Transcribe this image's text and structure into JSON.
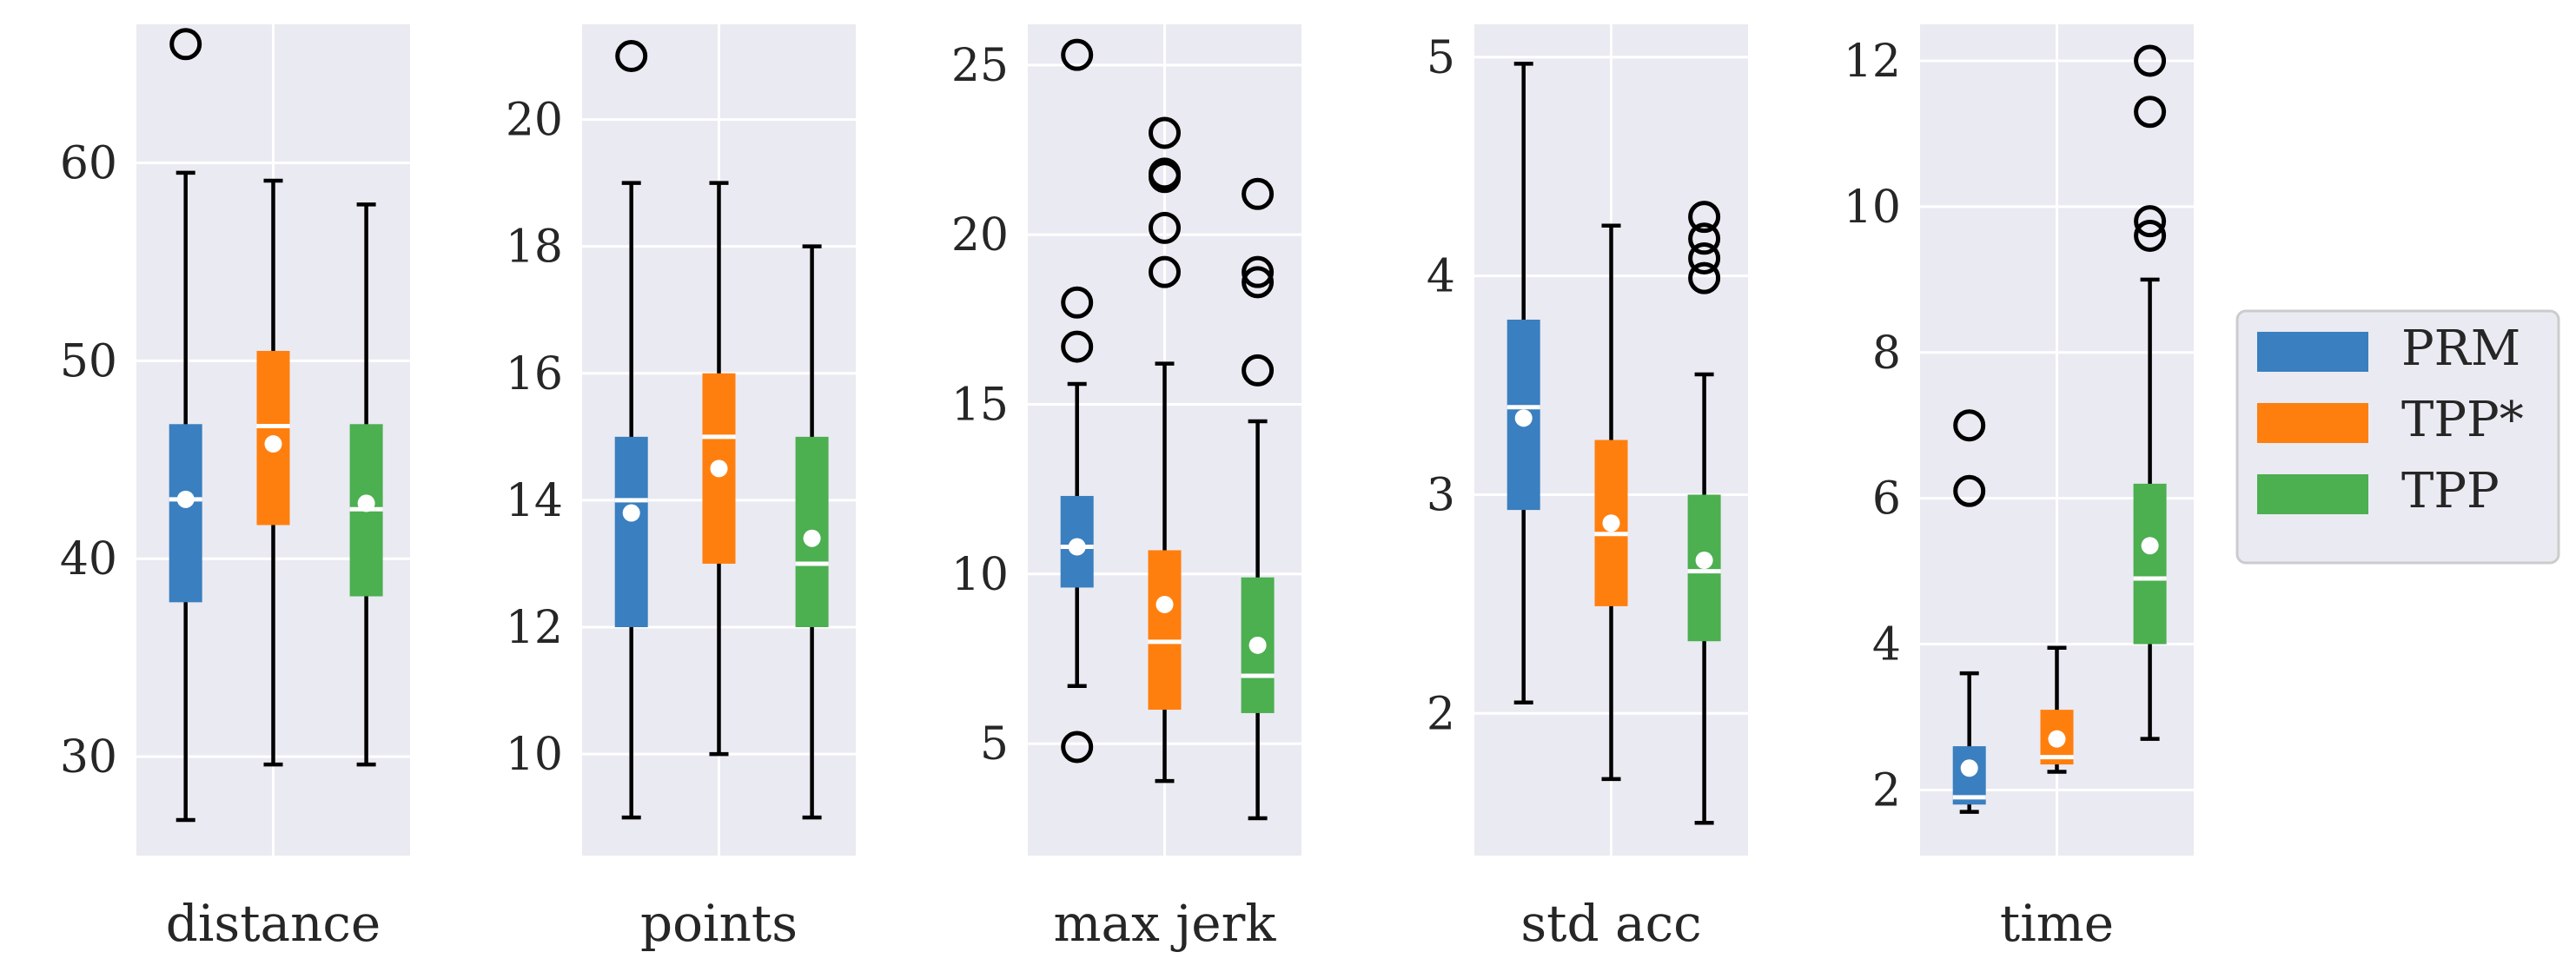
{
  "chart_data": {
    "type": "box",
    "series": [
      {
        "name": "PRM",
        "color": "#3a7fbf"
      },
      {
        "name": "TPP*",
        "color": "#ff7f0e"
      },
      {
        "name": "TPP",
        "color": "#4caf50"
      }
    ],
    "legend": {
      "placement": "right",
      "entries": [
        "PRM",
        "TPP*",
        "TPP"
      ]
    },
    "grid": true,
    "panels": [
      {
        "xlabel": "distance",
        "ylim": [
          25,
          67
        ],
        "yticks": [
          30,
          40,
          50,
          60
        ],
        "boxes": [
          {
            "series": "PRM",
            "q1": 37.8,
            "median": 43.0,
            "q3": 46.8,
            "whisker_low": 26.8,
            "whisker_high": 59.5,
            "mean": 43.0,
            "outliers": [
              66
            ]
          },
          {
            "series": "TPP*",
            "q1": 41.7,
            "median": 46.7,
            "q3": 50.5,
            "whisker_low": 29.6,
            "whisker_high": 59.1,
            "mean": 45.8,
            "outliers": []
          },
          {
            "series": "TPP",
            "q1": 38.1,
            "median": 42.5,
            "q3": 46.8,
            "whisker_low": 29.6,
            "whisker_high": 57.9,
            "mean": 42.8,
            "outliers": []
          }
        ]
      },
      {
        "xlabel": "points",
        "ylim": [
          8.4,
          21.5
        ],
        "yticks": [
          10,
          12,
          14,
          16,
          18,
          20
        ],
        "boxes": [
          {
            "series": "PRM",
            "q1": 12,
            "median": 14,
            "q3": 15,
            "whisker_low": 9,
            "whisker_high": 19,
            "mean": 13.8,
            "outliers": [
              21
            ]
          },
          {
            "series": "TPP*",
            "q1": 13,
            "median": 15,
            "q3": 16,
            "whisker_low": 10,
            "whisker_high": 19,
            "mean": 14.5,
            "outliers": []
          },
          {
            "series": "TPP",
            "q1": 12,
            "median": 13,
            "q3": 15,
            "whisker_low": 9,
            "whisker_high": 18,
            "mean": 13.4,
            "outliers": []
          }
        ]
      },
      {
        "xlabel": "max jerk",
        "ylim": [
          1.7,
          26.2
        ],
        "yticks": [
          5,
          10,
          15,
          20,
          25
        ],
        "boxes": [
          {
            "series": "PRM",
            "q1": 9.6,
            "median": 10.8,
            "q3": 12.3,
            "whisker_low": 6.7,
            "whisker_high": 15.6,
            "mean": 10.8,
            "outliers": [
              4.9,
              16.7,
              18.0,
              25.3
            ]
          },
          {
            "series": "TPP*",
            "q1": 6.0,
            "median": 8.0,
            "q3": 10.7,
            "whisker_low": 3.9,
            "whisker_high": 16.2,
            "mean": 9.1,
            "outliers": [
              18.9,
              20.2,
              21.7,
              21.8,
              23.0
            ]
          },
          {
            "series": "TPP",
            "q1": 5.9,
            "median": 7.0,
            "q3": 9.9,
            "whisker_low": 2.8,
            "whisker_high": 14.5,
            "mean": 7.9,
            "outliers": [
              16.0,
              18.6,
              18.9,
              21.2
            ]
          }
        ]
      },
      {
        "xlabel": "std acc",
        "ylim": [
          1.35,
          5.15
        ],
        "yticks": [
          2,
          3,
          4,
          5
        ],
        "boxes": [
          {
            "series": "PRM",
            "q1": 2.93,
            "median": 3.4,
            "q3": 3.8,
            "whisker_low": 2.05,
            "whisker_high": 4.97,
            "mean": 3.35,
            "outliers": []
          },
          {
            "series": "TPP*",
            "q1": 2.49,
            "median": 2.82,
            "q3": 3.25,
            "whisker_low": 1.7,
            "whisker_high": 4.23,
            "mean": 2.87,
            "outliers": []
          },
          {
            "series": "TPP",
            "q1": 2.33,
            "median": 2.65,
            "q3": 3.0,
            "whisker_low": 1.5,
            "whisker_high": 3.55,
            "mean": 2.7,
            "outliers": [
              3.99,
              4.08,
              4.17,
              4.27
            ]
          }
        ]
      },
      {
        "xlabel": "time",
        "ylim": [
          1.1,
          12.5
        ],
        "yticks": [
          2,
          4,
          6,
          8,
          10,
          12
        ],
        "boxes": [
          {
            "series": "PRM",
            "q1": 1.8,
            "median": 1.9,
            "q3": 2.6,
            "whisker_low": 1.7,
            "whisker_high": 3.6,
            "mean": 2.3,
            "outliers": [
              6.1,
              7.0
            ]
          },
          {
            "series": "TPP*",
            "q1": 2.35,
            "median": 2.45,
            "q3": 3.1,
            "whisker_low": 2.25,
            "whisker_high": 3.95,
            "mean": 2.7,
            "outliers": []
          },
          {
            "series": "TPP",
            "q1": 4.0,
            "median": 4.9,
            "q3": 6.2,
            "whisker_low": 2.7,
            "whisker_high": 9.0,
            "mean": 5.35,
            "outliers": [
              9.6,
              9.8,
              11.3,
              12.0
            ]
          }
        ]
      }
    ]
  }
}
